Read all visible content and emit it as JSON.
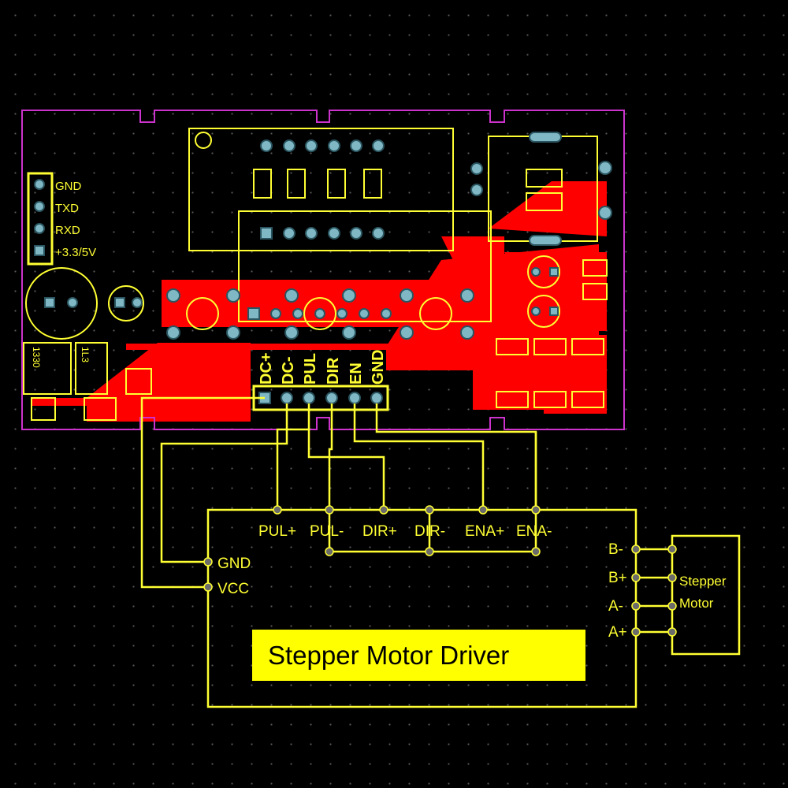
{
  "colors": {
    "board_outline": "#cc33cc",
    "silkscreen": "#ffff33",
    "copper": "#ff0000",
    "pad": "#7fb8c4",
    "wire": "#ffff33",
    "title_bg": "#ffff00",
    "background": "#000000"
  },
  "pcb": {
    "uart_header": [
      "GND",
      "TXD",
      "RXD",
      "+3.3/5V"
    ],
    "control_header": [
      "DC+",
      "DC-",
      "PUL",
      "DIR",
      "EN",
      "GND"
    ],
    "side_marks": [
      "1330",
      "1L3"
    ]
  },
  "driver": {
    "title": "Stepper Motor Driver",
    "top_pins": [
      "PUL+",
      "PUL-",
      "DIR+",
      "DIR-",
      "ENA+",
      "ENA-"
    ],
    "left_pins": [
      "GND",
      "VCC"
    ],
    "right_pins": [
      "B-",
      "B+",
      "A-",
      "A+"
    ]
  },
  "motor": {
    "label_line1": "Stepper",
    "label_line2": "Motor"
  }
}
